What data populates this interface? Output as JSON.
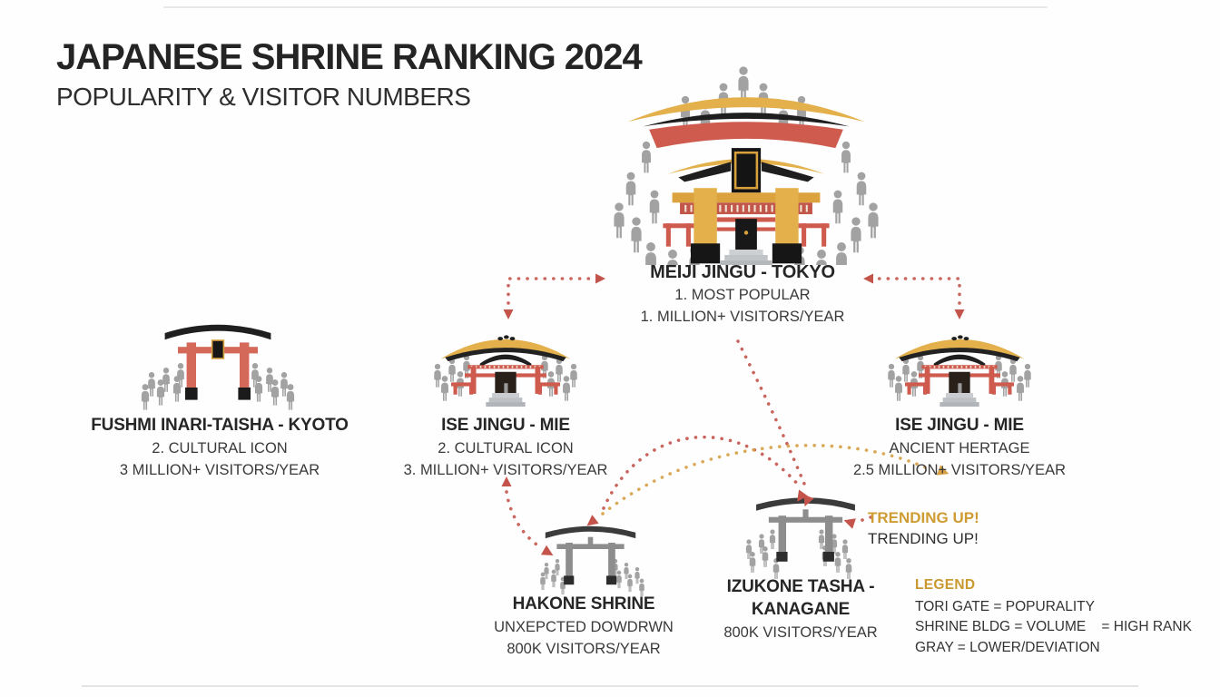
{
  "header": {
    "title": "JAPANESE SHRINE RANKING 2024",
    "subtitle": "POPULARITY & VISITOR NUMBERS"
  },
  "shrines": {
    "meiji": {
      "name": "MEIJI JINGU - TOKYO",
      "rank_line": "1. MOST POPULAR",
      "visitors_line": "1. MILLION+ VISITORS/YEAR"
    },
    "fushimi": {
      "name": "FUSHMI INARI-TAISHA - KYOTO",
      "rank_line": "2. CULTURAL ICON",
      "visitors_line": "3 MILLION+ VISITORS/YEAR"
    },
    "ise_center": {
      "name": "ISE JINGU - MIE",
      "rank_line": "2. CULTURAL ICON",
      "visitors_line": "3. MILLION+ VISITORS/YEAR"
    },
    "ise_right": {
      "name": "ISE JINGU - MIE",
      "rank_line": "ANCIENT HERTAGE",
      "visitors_line": "2.5 MILLION+ VISITORS/YEAR"
    },
    "hakone": {
      "name": "HAKONE SHRINE",
      "rank_line": "UNXEPCTED DOWDRWN",
      "visitors_line": "800K VISITORS/YEAR"
    },
    "izukone": {
      "name_line1": "IZUKONE TASHA -",
      "name_line2": "KANAGANE",
      "visitors_line": "800K VISITORS/YEAR"
    }
  },
  "trending": {
    "gold": "TRENDING UP!",
    "black": "TRENDING UP!"
  },
  "legend": {
    "title": "LEGEND",
    "line1": "TORI GATE = POPURALITY",
    "line2": "SHRINE BLDG = VOLUME    = HIGH RANK",
    "line3": "GRAY = LOWER/DEVIATION"
  },
  "icons": {
    "meiji": "grand-shrine-gate-icon",
    "fushimi": "red-torii-gate-icon",
    "ise_center": "shrine-building-icon",
    "ise_right": "shrine-building-icon",
    "hakone": "gray-torii-gate-icon",
    "izukone": "gray-torii-gate-icon",
    "crowd": "person-icon"
  },
  "colors": {
    "arrow_red": "#c4544b",
    "arrow_gold": "#d5a045",
    "roof_gold": "#e3b04b",
    "shrine_red": "#d4695a",
    "people_gray": "#a2a2a2",
    "ink": "#262626"
  }
}
